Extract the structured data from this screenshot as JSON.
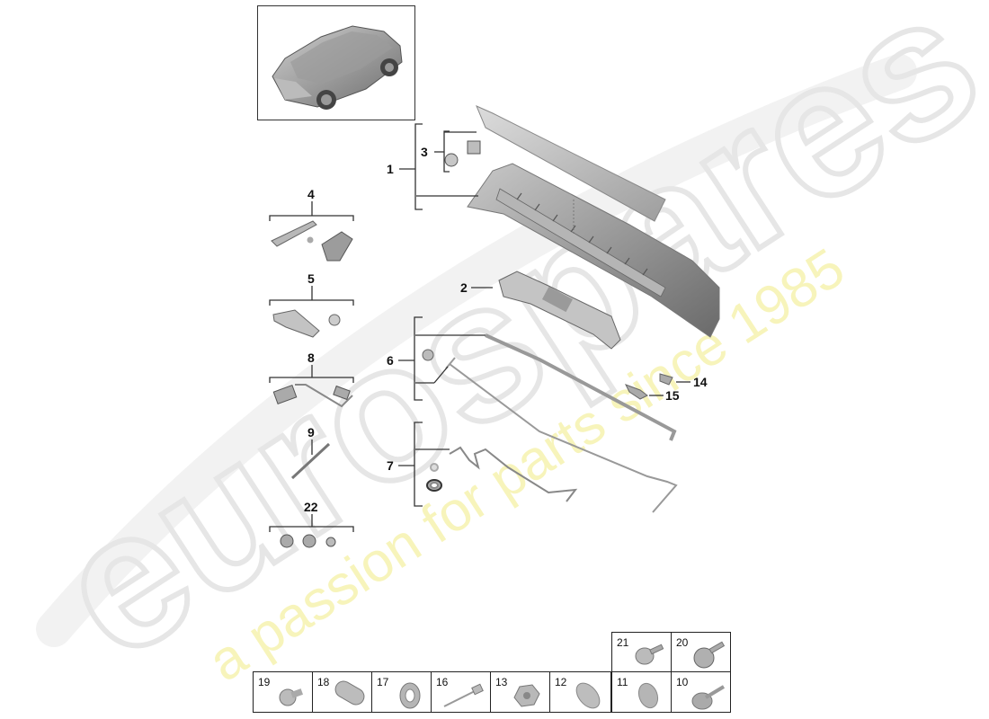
{
  "watermark": {
    "brand": "eurospares",
    "tagline": "a passion for parts since 1985",
    "tagline_color": "#f4f2a0"
  },
  "thumbnail": {
    "label": "vehicle-overview"
  },
  "callouts": {
    "c1": "1",
    "c2": "2",
    "c3": "3",
    "c4": "4",
    "c5": "5",
    "c6": "6",
    "c7": "7",
    "c8": "8",
    "c9": "9",
    "c14": "14",
    "c15": "15",
    "c22": "22"
  },
  "parts_grid": {
    "top_row": [
      {
        "num": "21",
        "part": "flange-bolt"
      },
      {
        "num": "20",
        "part": "washer-bolt"
      }
    ],
    "bottom_row": [
      {
        "num": "19",
        "part": "collar-screw"
      },
      {
        "num": "18",
        "part": "oval-plug"
      },
      {
        "num": "17",
        "part": "grommet"
      },
      {
        "num": "16",
        "part": "rivet"
      },
      {
        "num": "13",
        "part": "hex-nut"
      },
      {
        "num": "12",
        "part": "oval-cap"
      },
      {
        "num": "11",
        "part": "round-cap"
      },
      {
        "num": "10",
        "part": "pin-bolt"
      }
    ]
  }
}
